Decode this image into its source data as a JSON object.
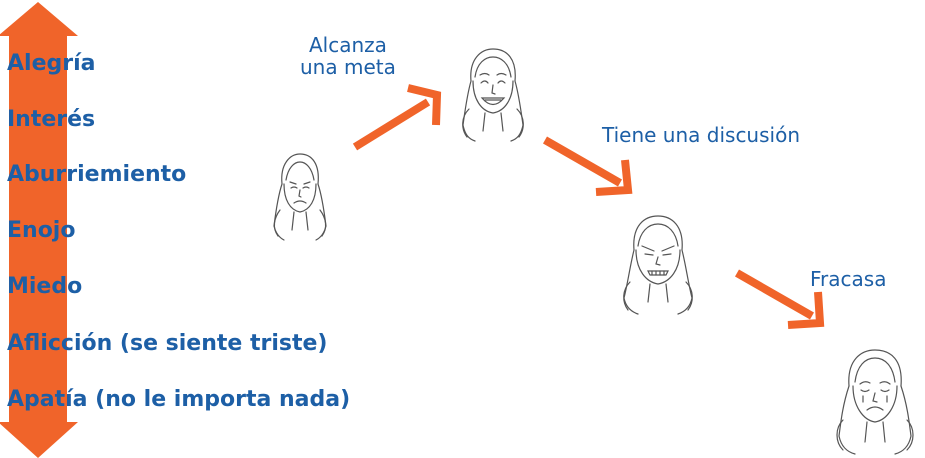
{
  "scale": {
    "emotions": [
      "Alegría",
      "Interés",
      "Aburriemiento",
      "Enojo",
      "Miedo",
      "Aflicción (se siente triste)",
      "Apatía (no le importa nada)"
    ]
  },
  "events": {
    "goal_line1": "Alcanza",
    "goal_line2": "una meta",
    "argument": "Tiene una discusión",
    "failure": "Fracasa"
  },
  "faces": [
    {
      "name": "sad-girl-face",
      "mood": "sad"
    },
    {
      "name": "happy-girl-face",
      "mood": "happy"
    },
    {
      "name": "angry-girl-face",
      "mood": "angry"
    },
    {
      "name": "distressed-girl-face",
      "mood": "distressed"
    }
  ],
  "colors": {
    "arrow": "#f0642a",
    "text": "#1d5fa6",
    "sketch": "#555555"
  }
}
